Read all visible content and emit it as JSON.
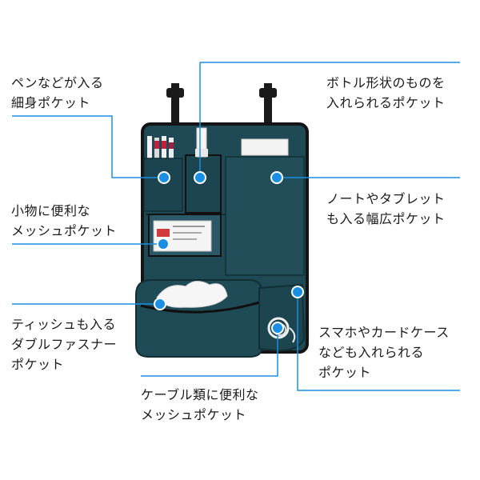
{
  "labels": {
    "pen_pocket": "ペンなどが入る\n細身ポケット",
    "mesh_small": "小物に便利な\nメッシュポケット",
    "tissue_pocket": "ティッシュも入る\nダブルファスナー\nポケット",
    "cable_mesh": "ケーブル類に便利な\nメッシュポケット",
    "bottle_pocket": "ボトル形状のものを\n入れられるポケット",
    "wide_pocket": "ノートやタブレット\nも入る幅広ポケット",
    "phone_pocket": "スマホやカードケース\nなども入れられる\nポケット"
  },
  "colors": {
    "accent_line": "#1a8fe3",
    "dot": "#1a8fe3",
    "bag_body": "#1f4a55",
    "bag_dark": "#173a43",
    "trim": "#1a1a1a"
  },
  "icons": {
    "marker": "blue-dot-icon"
  }
}
